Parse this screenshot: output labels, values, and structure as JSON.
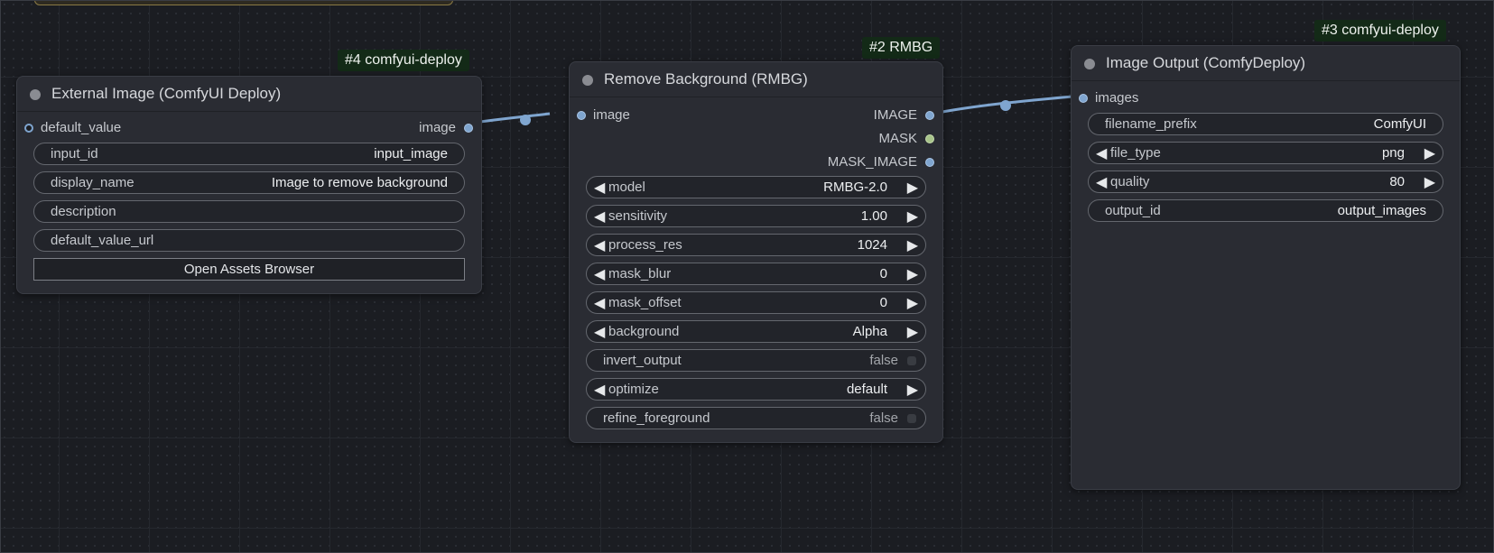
{
  "colors": {
    "canvas_bg": "#1b1d22",
    "node_bg": "#2a2c33",
    "link": "#7fa5cf",
    "badge_bg": "#132a17",
    "mask_dot": "#a8c48a"
  },
  "nodes": {
    "external_image": {
      "badge": "#4 comfyui-deploy",
      "title": "External Image (ComfyUI Deploy)",
      "input_label": "default_value",
      "output_label": "image",
      "widgets": {
        "input_id": {
          "label": "input_id",
          "value": "input_image"
        },
        "display_name": {
          "label": "display_name",
          "value": "Image to remove background"
        },
        "description": {
          "label": "description",
          "value": ""
        },
        "default_value_url": {
          "label": "default_value_url",
          "value": ""
        }
      },
      "button_label": "Open Assets Browser"
    },
    "rmbg": {
      "badge": "#2 RMBG",
      "title": "Remove Background (RMBG)",
      "input_label": "image",
      "outputs": {
        "image": "IMAGE",
        "mask": "MASK",
        "mask_image": "MASK_IMAGE"
      },
      "widgets": {
        "model": {
          "label": "model",
          "value": "RMBG-2.0"
        },
        "sensitivity": {
          "label": "sensitivity",
          "value": "1.00"
        },
        "process_res": {
          "label": "process_res",
          "value": "1024"
        },
        "mask_blur": {
          "label": "mask_blur",
          "value": "0"
        },
        "mask_offset": {
          "label": "mask_offset",
          "value": "0"
        },
        "background": {
          "label": "background",
          "value": "Alpha"
        },
        "invert_output": {
          "label": "invert_output",
          "value": "false"
        },
        "optimize": {
          "label": "optimize",
          "value": "default"
        },
        "refine_foreground": {
          "label": "refine_foreground",
          "value": "false"
        }
      }
    },
    "image_output": {
      "badge": "#3 comfyui-deploy",
      "title": "Image Output (ComfyDeploy)",
      "input_label": "images",
      "widgets": {
        "filename_prefix": {
          "label": "filename_prefix",
          "value": "ComfyUI"
        },
        "file_type": {
          "label": "file_type",
          "value": "png"
        },
        "quality": {
          "label": "quality",
          "value": "80"
        },
        "output_id": {
          "label": "output_id",
          "value": "output_images"
        }
      }
    }
  },
  "icons": {
    "left_arrow": "◀",
    "right_arrow": "▶"
  }
}
